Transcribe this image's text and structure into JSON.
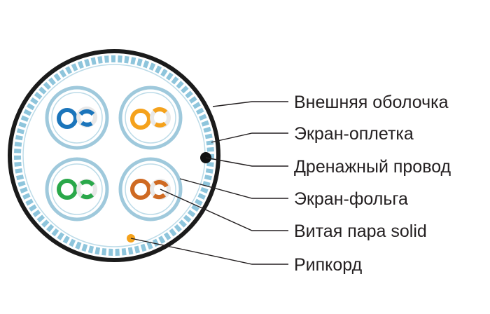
{
  "labels": {
    "outer_jacket": "Внешняя оболочка",
    "braid_shield": "Экран-оплетка",
    "drain_wire": "Дренажный провод",
    "foil_shield": "Экран-фольга",
    "twisted_pair": "Витая пара solid",
    "ripcord": "Рипкорд"
  },
  "colors": {
    "outer_jacket": "#1b1b1b",
    "braid": "#8ec5dc",
    "drain_wire": "#111111",
    "ripcord": "#f5a21c",
    "pair_foil": "#9fc9dc",
    "pair_1": "#1b75bb",
    "pair_2": "#f5a21c",
    "pair_3": "#2aa84a",
    "pair_4": "#cf6a22"
  },
  "pairs": [
    {
      "name": "blue-pair"
    },
    {
      "name": "orange-pair"
    },
    {
      "name": "green-pair"
    },
    {
      "name": "brown-pair"
    }
  ]
}
